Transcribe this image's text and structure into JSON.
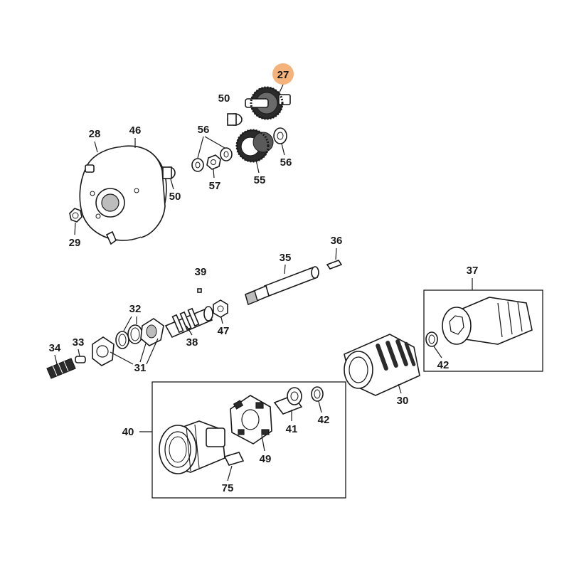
{
  "highlight_color": "#f5b27a",
  "callouts": {
    "c27": "27",
    "c50a": "50",
    "c28": "28",
    "c46": "46",
    "c56a": "56",
    "c56b": "56",
    "c50b": "50",
    "c57": "57",
    "c55": "55",
    "c29": "29",
    "c36": "36",
    "c35": "35",
    "c39": "39",
    "c37": "37",
    "c32": "32",
    "c47": "47",
    "c38": "38",
    "c34": "34",
    "c33": "33",
    "c31": "31",
    "c30": "30",
    "c42a": "42",
    "c40": "40",
    "c41": "41",
    "c42b": "42",
    "c49": "49",
    "c75": "75"
  }
}
